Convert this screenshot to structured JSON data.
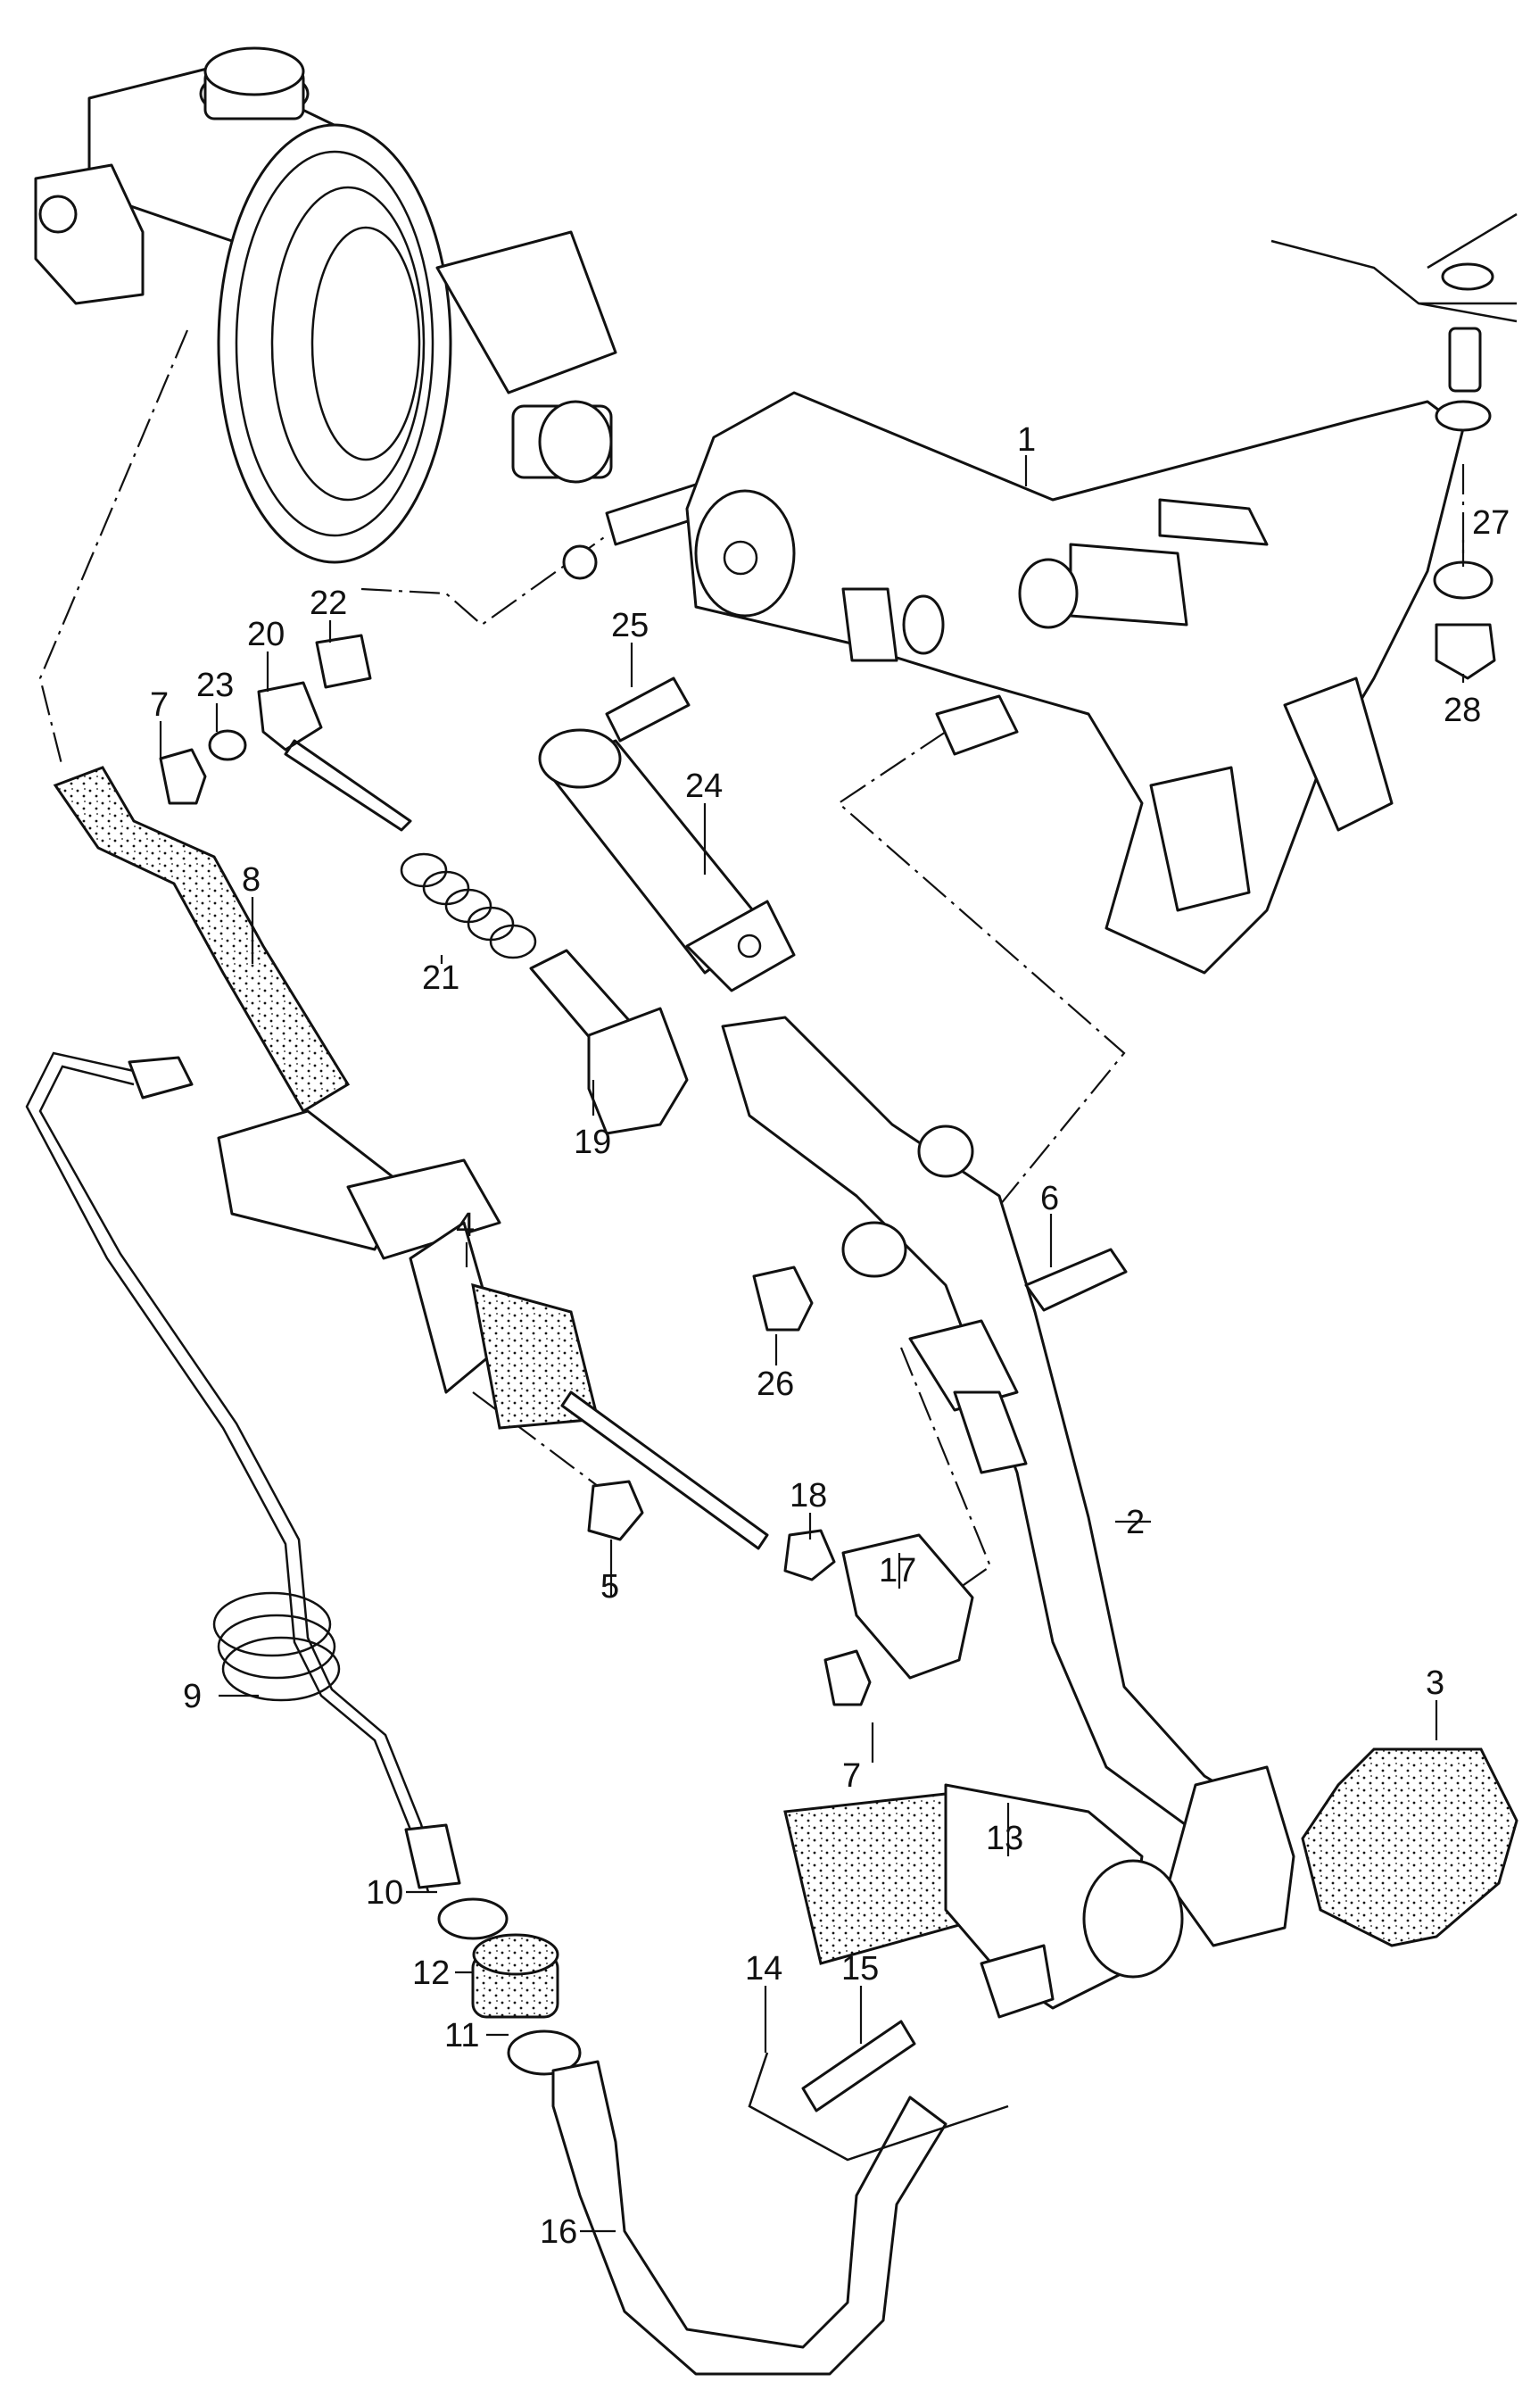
{
  "diagram": {
    "labels": {
      "p1": "1",
      "p2": "2",
      "p3": "3",
      "p4": "4",
      "p5": "5",
      "p6": "6",
      "p7a": "7",
      "p7b": "7",
      "p8": "8",
      "p9": "9",
      "p10": "10",
      "p11": "11",
      "p12": "12",
      "p13": "13",
      "p14": "14",
      "p15": "15",
      "p16": "16",
      "p17": "17",
      "p18": "18",
      "p19": "19",
      "p20": "20",
      "p21": "21",
      "p22": "22",
      "p23": "23",
      "p24": "24",
      "p25": "25",
      "p26": "26",
      "p27": "27",
      "p28": "28"
    }
  }
}
